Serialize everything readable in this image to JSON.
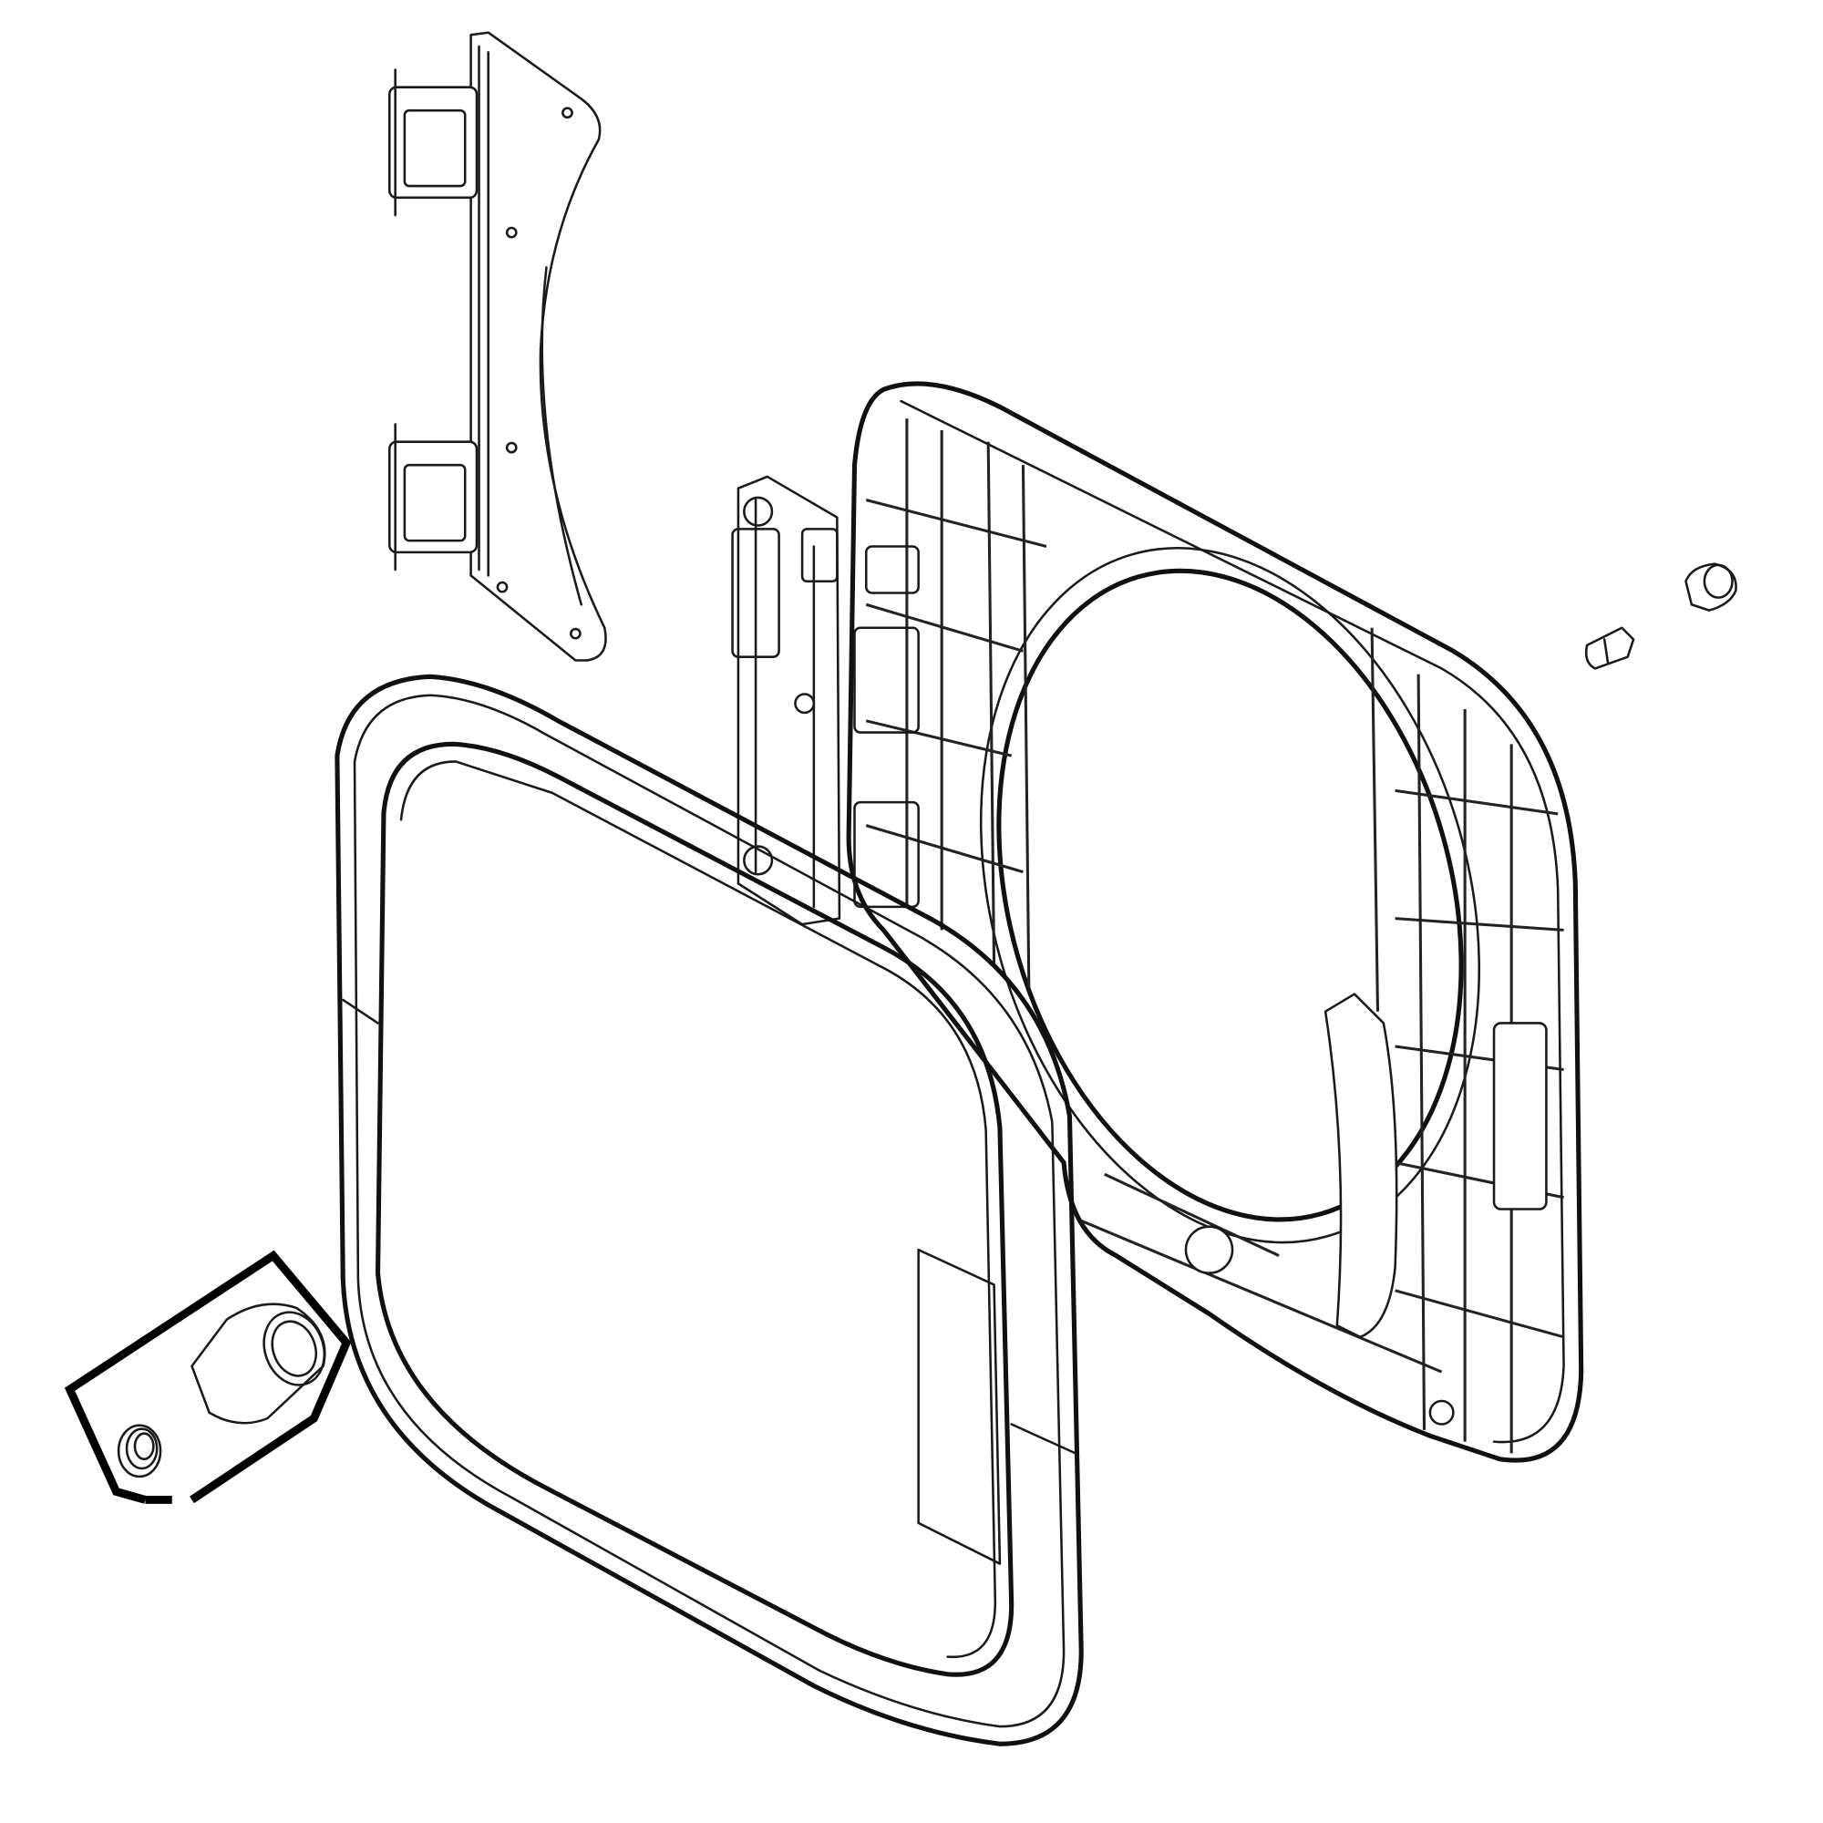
{
  "diagram": {
    "type": "exploded-parts-drawing",
    "colors": {
      "line": "#1a1a1a",
      "background": "#ffffff"
    },
    "parts": [
      {
        "name": "hinge-bracket"
      },
      {
        "name": "door-outer-frame"
      },
      {
        "name": "door-inner-panel"
      },
      {
        "name": "hinge-strip"
      },
      {
        "name": "latch"
      },
      {
        "name": "knob-cap"
      },
      {
        "name": "door-switch-kit"
      }
    ]
  }
}
